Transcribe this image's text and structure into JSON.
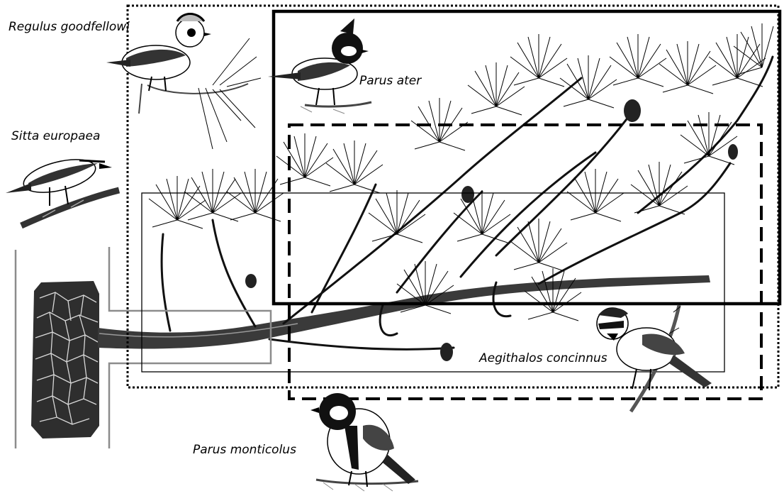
{
  "species": {
    "regulus_goodfellowi": "Regulus goodfellowi",
    "sitta_europaea": "Sitta europaea",
    "parus_ater": "Parus ater",
    "aegithalos_concinnus": "Aegithalos concinnus",
    "parus_monticolus": "Parus monticolus"
  },
  "colors": {
    "ink": "#000000",
    "trunk_fill": "#3a3a3a",
    "gray_zone": "#8c8c8c",
    "background": "#ffffff"
  }
}
